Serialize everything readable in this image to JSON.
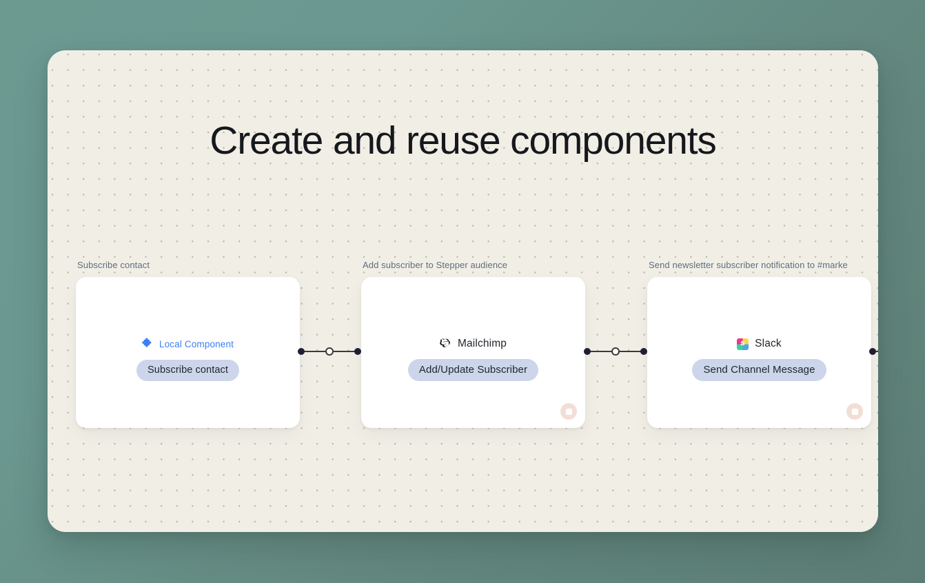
{
  "page": {
    "title": "Create and reuse components",
    "background_color": "#6a9890",
    "canvas_color": "#f1eee6"
  },
  "flow": {
    "nodes": [
      {
        "label": "Subscribe contact",
        "app": "Local Component",
        "app_icon": "puzzle-piece-icon",
        "action": "Subscribe contact",
        "accent_color": "#3b7ff2",
        "has_stop_badge": false
      },
      {
        "label": "Add subscriber to Stepper audience",
        "app": "Mailchimp",
        "app_icon": "mailchimp-icon",
        "action": "Add/Update Subscriber",
        "accent_color": "#22262b",
        "has_stop_badge": true
      },
      {
        "label": "Send newsletter subscriber notification to #marke",
        "app": "Slack",
        "app_icon": "slack-icon",
        "action": "Send Channel Message",
        "accent_color": "#22262b",
        "has_stop_badge": true
      }
    ],
    "connector_color": "#3a3a38",
    "connector_endpoint_color": "#1d1f36",
    "action_pill_color": "#ccd5ea",
    "stop_badge_color": "#f3ded6"
  }
}
